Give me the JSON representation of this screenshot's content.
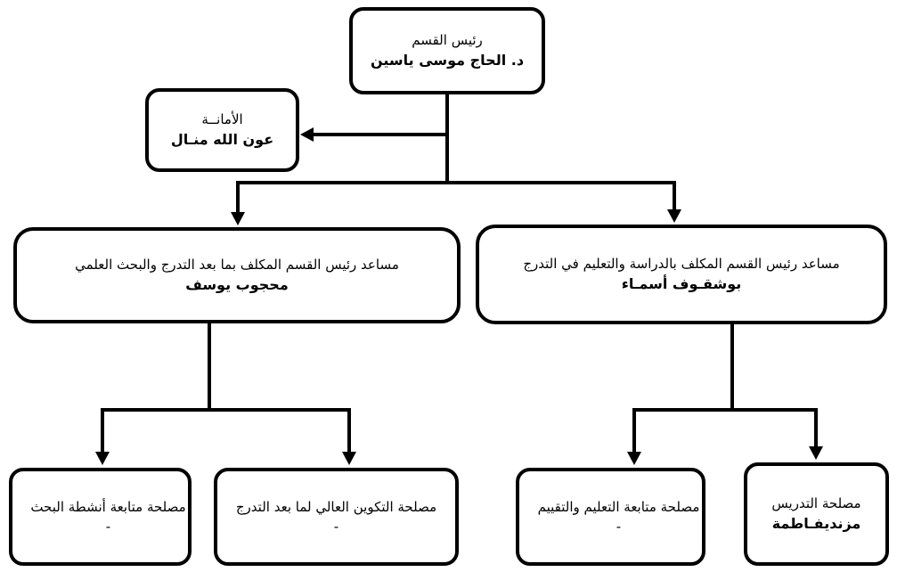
{
  "org_chart": {
    "head": {
      "role": "رئيس القسم",
      "name": "د. الحاج موسى ياسين"
    },
    "secretariat": {
      "role": "الأمانــة",
      "name": "عون الله منـال"
    },
    "assistant_teaching": {
      "role": "مساعد رئيس القسم المكلف بالدراسة  والتعليم في التدرج",
      "name": "بوشقـوف أسمـاء"
    },
    "assistant_postgrad": {
      "role": "مساعد رئيس القسم المكلف بما بعد التدرج والبحث العلمي",
      "name": "محجوب يوسف"
    },
    "units": [
      {
        "role": "مصلحة التدريس",
        "name": "مزنديفـاطمة"
      },
      {
        "role": "مصلحة متابعة التعليم  والتقييم",
        "name": "-"
      },
      {
        "role": "مصلحة التكوين العالي لما بعد التدرج",
        "name": "-"
      },
      {
        "role": "مصلحة متابعة أنشطة البحث",
        "name": "-"
      }
    ]
  }
}
